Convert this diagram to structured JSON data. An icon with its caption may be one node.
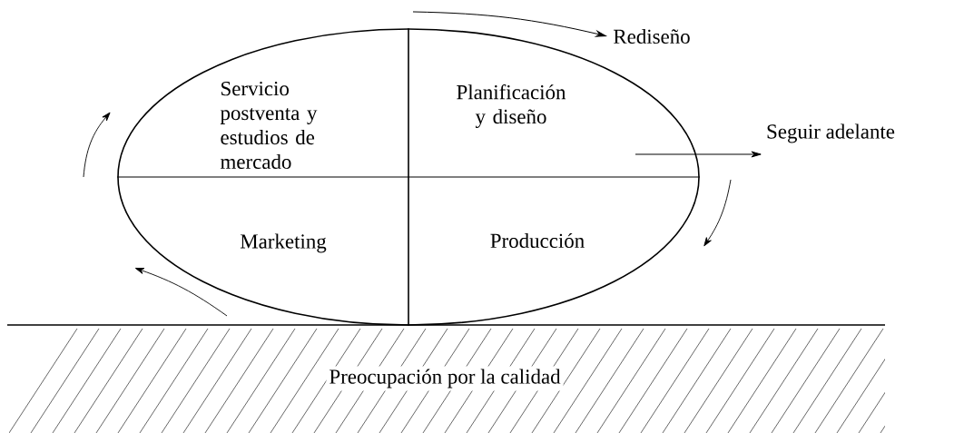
{
  "diagram": {
    "nodes": [
      {
        "text": [],
        "shape": "circle"
      },
      {
        "text": [
          "Servicio postventa y estudios de mercado"
        ],
        "in": 0
      },
      {
        "text": [
          "Planificación y diseño"
        ],
        "in": 0
      },
      {
        "text": [
          "Marketing"
        ],
        "in": 0
      },
      {
        "text": [
          "Producción"
        ],
        "in": 0
      },
      {
        "text": [
          "Rediseño"
        ]
      },
      {
        "text": [
          "Seguir adelante"
        ]
      },
      {
        "text": [
          "Preocupación por la calidad"
        ]
      }
    ],
    "edges": [
      {
        "from": null,
        "to": 5,
        "arrow": "to"
      },
      {
        "from": null,
        "to": 6,
        "arrow": "to"
      }
    ]
  }
}
